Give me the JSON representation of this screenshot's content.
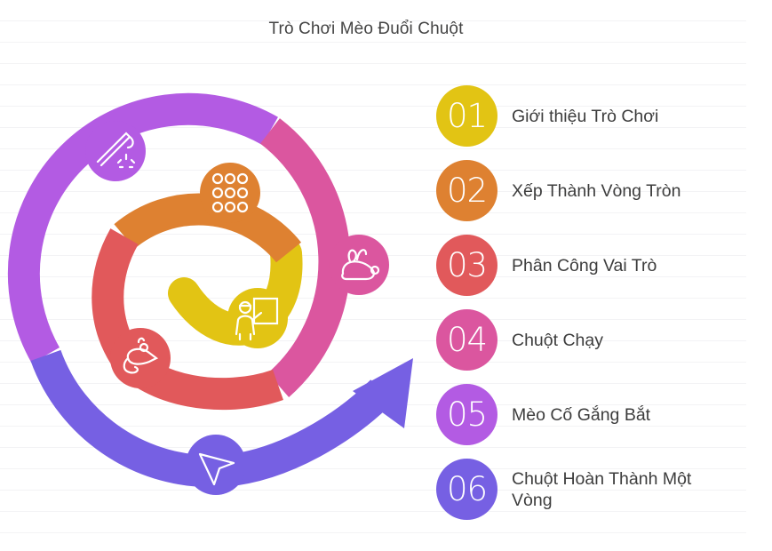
{
  "title": "Trò Chơi Mèo Đuổi Chuột",
  "steps": [
    {
      "number": "01",
      "label": "Giới thiệu Trò Chơi",
      "color": "#e2c414"
    },
    {
      "number": "02",
      "label": "Xếp Thành Vòng Tròn",
      "color": "#de8131"
    },
    {
      "number": "03",
      "label": "Phân Công Vai Trò",
      "color": "#e1595b"
    },
    {
      "number": "04",
      "label": "Chuột Chạy",
      "color": "#db569f"
    },
    {
      "number": "05",
      "label": "Mèo Cố Gắng Bắt",
      "color": "#b35be3"
    },
    {
      "number": "06",
      "label": "Chuột Hoàn Thành Một Vòng",
      "color": "#7660e3"
    }
  ],
  "icons": [
    "teacher-board-icon",
    "dots-grid-icon",
    "mouse-icon",
    "rabbit-icon",
    "wand-icon",
    "cursor-arrow-icon"
  ]
}
